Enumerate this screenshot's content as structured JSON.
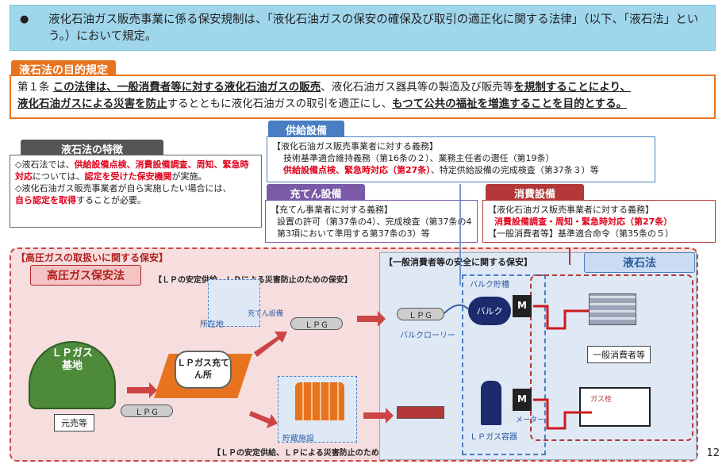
{
  "banner": {
    "bullet": "●",
    "text": "液化石油ガス販売事業に係る保安規制は、「液化石油ガスの保安の確保及び取引の適正化に関する法律」（以下、「液石法」という。）において規定。"
  },
  "purpose": {
    "tag": "液石法の目的規定",
    "a1": "第１条 ",
    "a2": "この法律は、一般消費者等に対する液化石油ガスの販売",
    "a3": "、液化石油ガス器具等の製造及び販売等",
    "a4": "を規制することにより、",
    "a5": "液化石油ガスによる災害を防止",
    "a6": "するとともに液化石油ガスの取引を適正にし、",
    "a7": "もつて公共の福祉を増進することを目的とする。"
  },
  "features": {
    "title": "液石法の特徴",
    "p1a": "◇液石法では、",
    "p1b": "供給設備点検、消費設備調査、周知、緊急時対応",
    "p1c": "については、",
    "p1d": "認定を受けた保安機関",
    "p1e": "が実施。",
    "p2a": "◇液化石油ガス販売事業者が自ら実施したい場合には、",
    "p2b": "自ら認定を取得",
    "p2c": "することが必要。"
  },
  "supply": {
    "title": "供給設備",
    "l1": "【液化石油ガス販売事業者に対する義務】",
    "l2": "技術基準適合維持義務（第16条の２）、業務主任者の選任（第19条）",
    "l3a": "供給設備点検、緊急時対応（第27条）",
    "l3b": "、特定供給設備の完成検査（第37条３）等"
  },
  "filling": {
    "title": "充てん設備",
    "l1": "【充てん事業者に対する義務】",
    "l2": "設置の許可（第37条の4）、完成検査（第37条の4第3項において準用する第37条の3）等"
  },
  "consumer": {
    "title": "消費設備",
    "l1": "【液化石油ガス販売事業者に対する義務】",
    "l2": "消費設備調査・周知・緊急時対応（第27条）",
    "l3": "【一般消費者等】基準適合命令（第35条の５）"
  },
  "hp": {
    "outer": "【高圧ガスの取扱いに関する保安】",
    "law": "高圧ガス保安法",
    "note_top": "【ＬＰの安定供給、ＬＰによる災害防止のための保安】",
    "note_bottom": "【ＬＰの安定供給、ＬＰによる災害防止のための保安】"
  },
  "lp": {
    "safety": "【一般消費者等の安全に関する保安】",
    "law": "液石法"
  },
  "labels": {
    "base": "ＬＰガス基地",
    "station": "ＬＰガス充てん所",
    "site": "所在地",
    "filling": "充てん設備",
    "storage": "貯蔵施設",
    "bulk_tank": "バルク貯槽",
    "bulk": "バルク",
    "bulk_lorry": "バルクローリー",
    "cylinder": "ＬＰガス容器",
    "meter": "メーター",
    "m": "M",
    "building": "一般消費者等",
    "cock": "ガス栓",
    "wholesaler": "元売等",
    "lpg": "ＬＰＧ"
  },
  "page": "12"
}
